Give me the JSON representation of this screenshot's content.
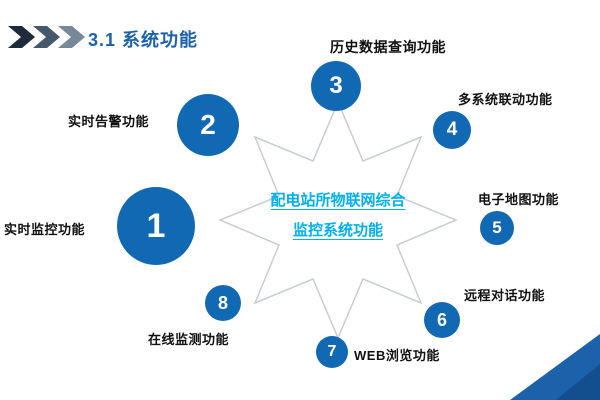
{
  "header": {
    "title": "3.1 系统功能"
  },
  "star": {
    "line1": "配电站所物联网综合",
    "line2": "监控系统功能"
  },
  "functions": [
    {
      "number": "1",
      "label": "实时监控功能"
    },
    {
      "number": "2",
      "label": "实时告警功能"
    },
    {
      "number": "3",
      "label": "历史数据查询功能"
    },
    {
      "number": "4",
      "label": "多系统联动功能"
    },
    {
      "number": "5",
      "label": "电子地图功能"
    },
    {
      "number": "6",
      "label": "远程对话功能"
    },
    {
      "number": "7",
      "label": "WEB浏览功能"
    },
    {
      "number": "8",
      "label": "在线监测功能"
    }
  ],
  "colors": {
    "circle_blue": "#1169b4",
    "title_blue": "#1b62ab",
    "center_text_cyan": "#00b0f0"
  }
}
